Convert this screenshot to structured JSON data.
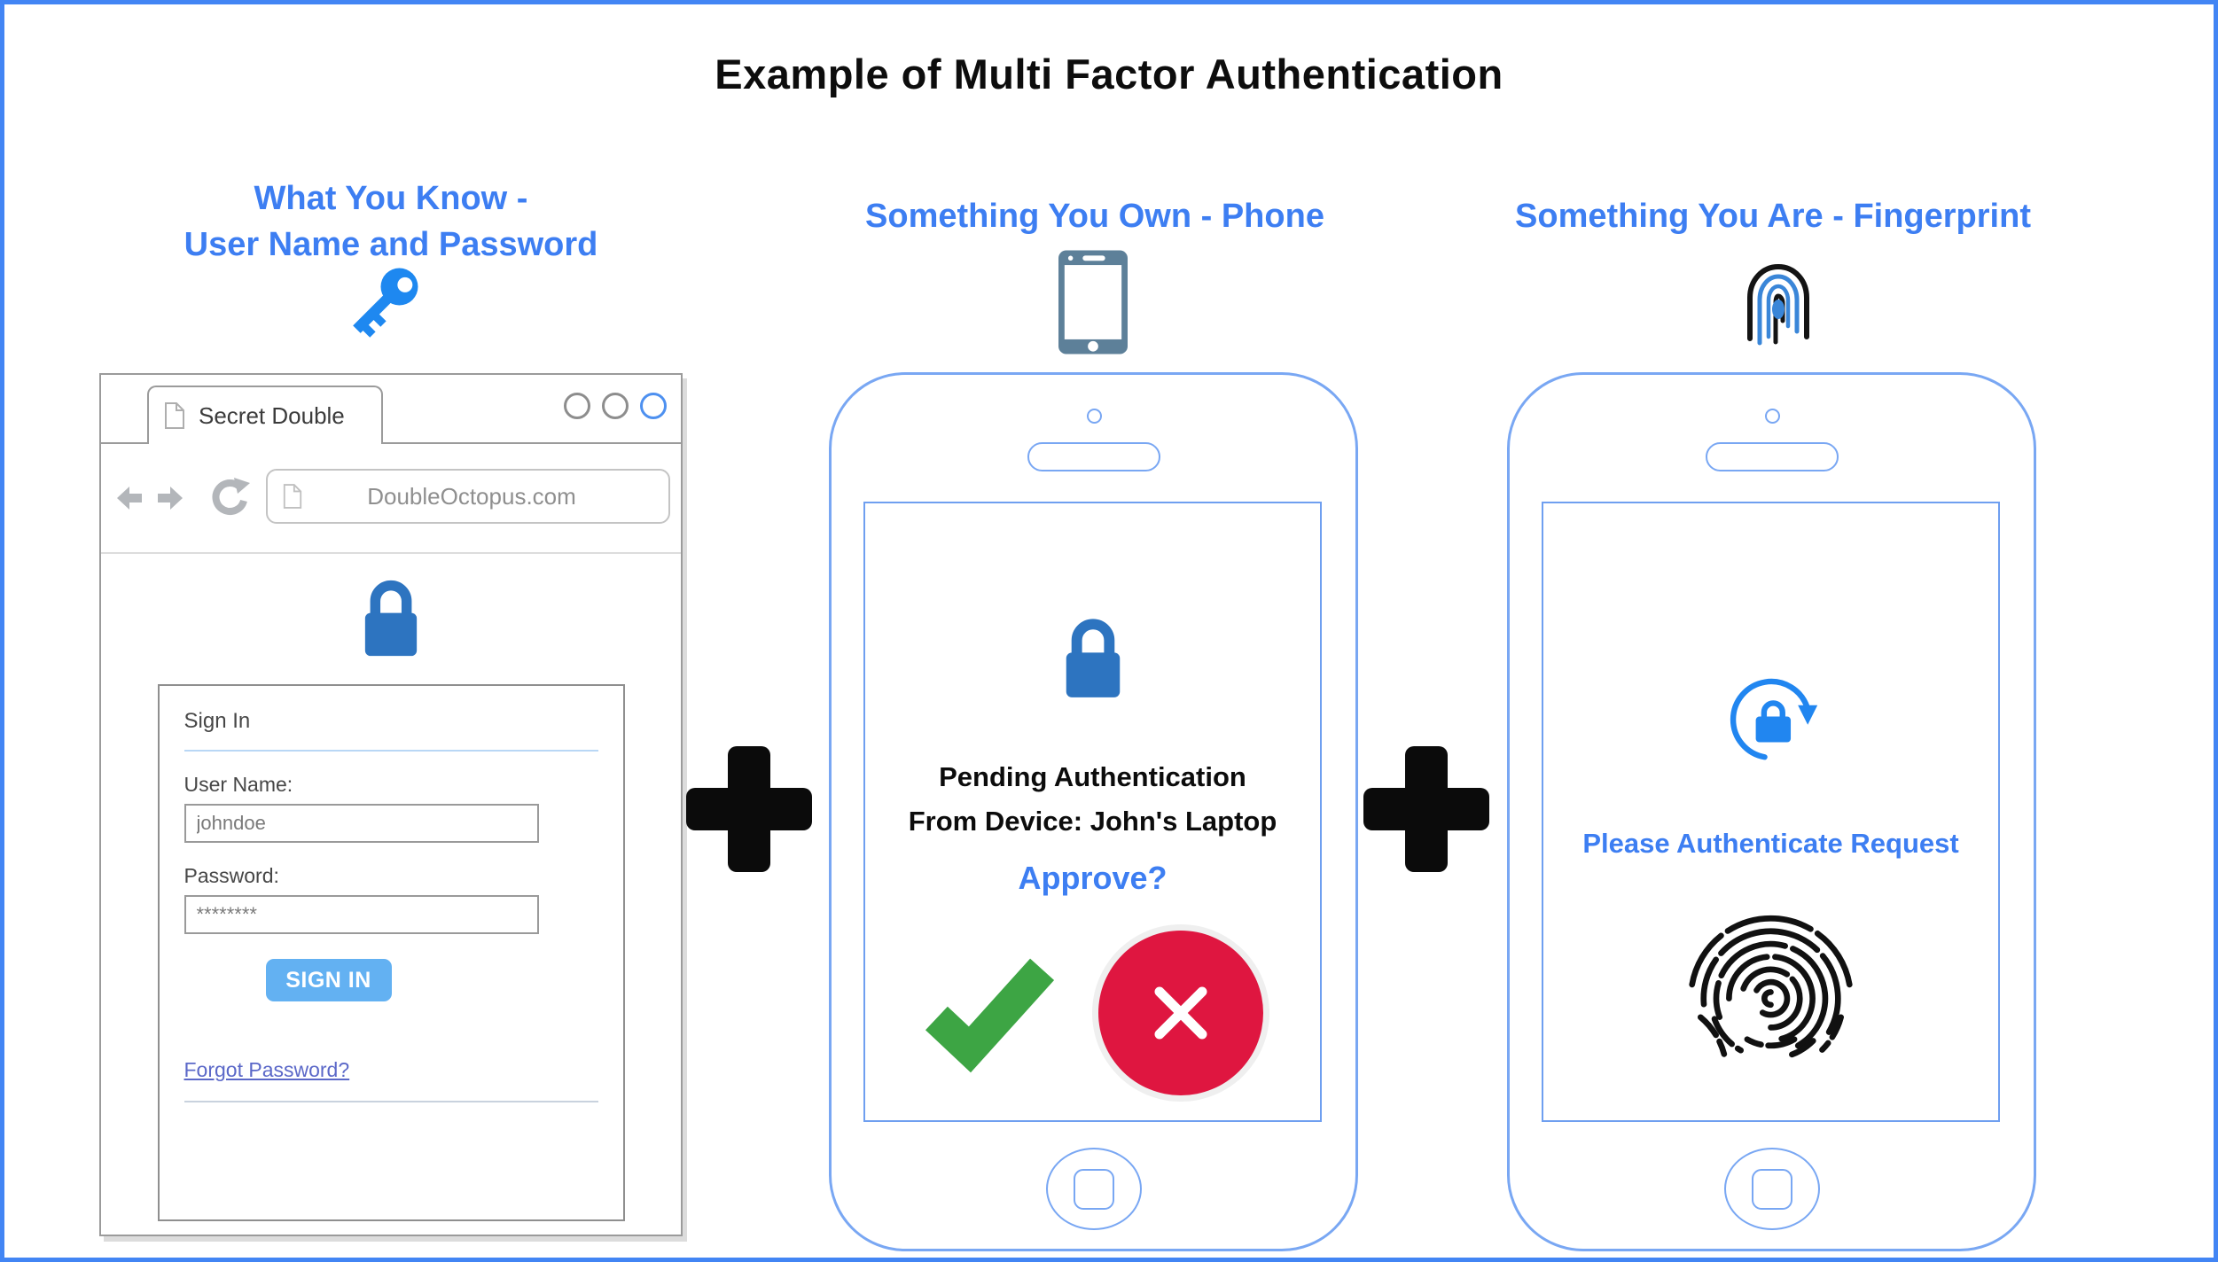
{
  "title": "Example of Multi Factor Authentication",
  "factors": {
    "knowledge": {
      "heading_line1": "What You Know -",
      "heading_line2": "User Name and Password",
      "icon": "key-icon",
      "browser": {
        "tab_title": "Secret Double",
        "address_url": "DoubleOctopus.com",
        "signin_form": {
          "heading": "Sign In",
          "username_label": "User Name:",
          "username_value": "johndoe",
          "password_label": "Password:",
          "password_value": "********",
          "submit_label": "SIGN IN",
          "forgot_password_label": "Forgot Password?"
        }
      }
    },
    "possession": {
      "heading": "Something You Own - Phone",
      "icon": "smartphone-icon",
      "screen": {
        "status_line1": "Pending Authentication",
        "status_line2": "From Device: John's Laptop",
        "question": "Approve?",
        "approve_icon": "check-icon",
        "deny_icon": "x-icon"
      }
    },
    "inherence": {
      "heading": "Something You Are - Fingerprint",
      "icon": "fingerprint-icon",
      "screen": {
        "sync_icon": "lock-sync-icon",
        "prompt": "Please Authenticate Request",
        "scan_icon": "fingerprint-scan-icon"
      }
    }
  },
  "operators": {
    "plus_left": "+",
    "plus_right": "+"
  },
  "icons": {
    "key": "key-icon",
    "page": "page-icon",
    "back": "back-arrow-icon",
    "forward": "forward-arrow-icon",
    "refresh": "refresh-icon",
    "lock": "lock-icon",
    "smartphone": "smartphone-icon",
    "check": "check-icon",
    "deny": "x-icon",
    "lock_sync": "lock-sync-icon",
    "fingerprint": "fingerprint-icon"
  },
  "colors": {
    "frame_blue": "#4285f4",
    "heading_blue": "#3d7ef2",
    "lock_blue": "#2d74c0",
    "key_blue": "#1e88f0",
    "button_blue": "#63b1f2",
    "link_indigo": "#5b68c8",
    "phone_outline_blue": "#79a7f3",
    "approve_green": "#3da544",
    "deny_red": "#df1640",
    "phone_glyph_slate": "#5d8099"
  }
}
